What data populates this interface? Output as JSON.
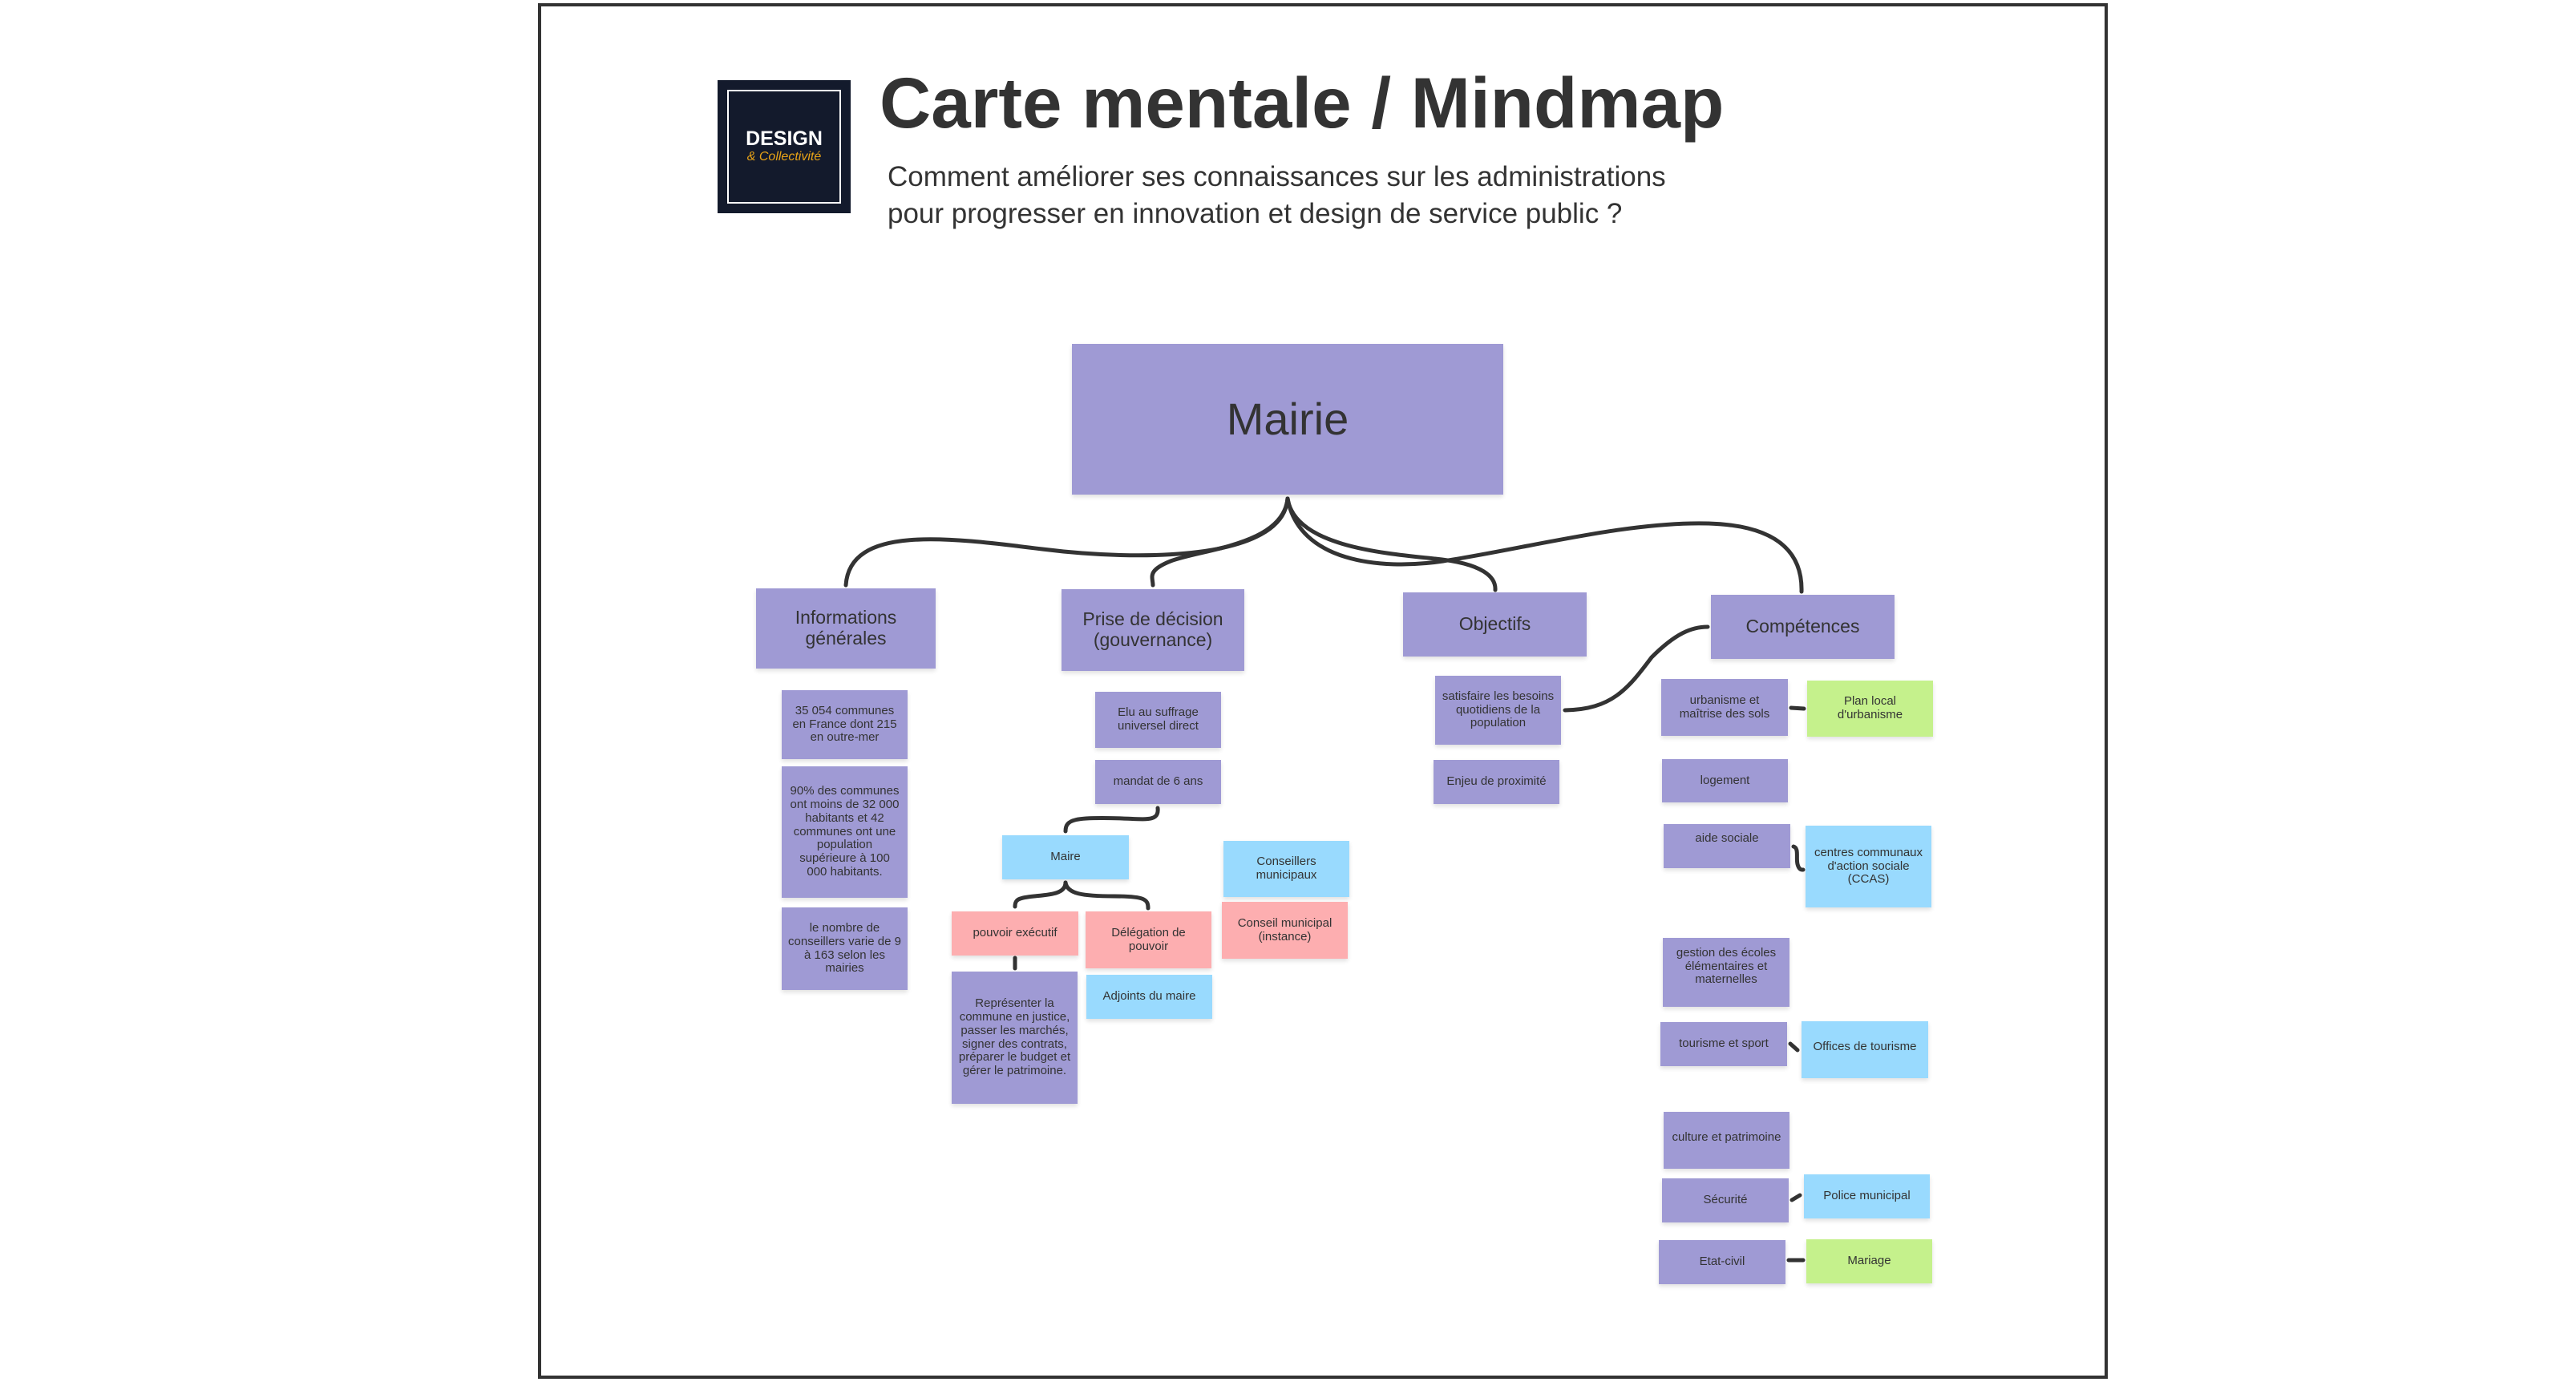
{
  "header": {
    "logo": {
      "word": "DESIGN",
      "tagline": "& Collectivité",
      "colors": {
        "background": "#131a2c",
        "word": "#ffffff",
        "tagline": "#e8a317"
      }
    },
    "title": "Carte mentale / Mindmap",
    "subtitle_line1": "Comment améliorer ses connaissances sur les administrations",
    "subtitle_line2": "pour progresser en innovation et design de service public ?"
  },
  "colors": {
    "purple": "#9f9ad4",
    "blue": "#99dafe",
    "pink": "#fdaeb0",
    "green": "#c5f18c",
    "text": "#333333",
    "connector": "#333333"
  },
  "mindmap": {
    "root": "Mairie",
    "branches": {
      "informations": {
        "label": "Informations générales",
        "items": [
          "35 054 communes en France dont 215 en outre-mer",
          "90% des communes ont moins de 32 000 habitants et 42 communes ont une population supérieure à 100 000 habitants.",
          "le nombre de conseillers varie de 9 à 163 selon les mairies"
        ]
      },
      "gouvernance": {
        "label": "Prise de décision (gouvernance)",
        "items": [
          "Elu au suffrage universel direct",
          "mandat de 6 ans"
        ],
        "maire": {
          "label": "Maire",
          "pouvoir_executif": "pouvoir exécutif",
          "pouvoir_executif_detail": "Représenter la commune en justice, passer les marchés, signer des contrats, préparer le budget et gérer le patrimoine.",
          "delegation": "Délégation de pouvoir",
          "adjoints": "Adjoints du maire"
        },
        "conseillers": {
          "label": "Conseillers municipaux",
          "instance": "Conseil municipal (instance)"
        }
      },
      "objectifs": {
        "label": "Objectifs",
        "items": [
          "satisfaire les besoins quotidiens de la population",
          "Enjeu de proximité"
        ]
      },
      "competences": {
        "label": "Compétences",
        "items": [
          {
            "label": "urbanisme et maîtrise des sols",
            "related": "Plan local d'urbanisme"
          },
          {
            "label": "logement"
          },
          {
            "label": "aide sociale",
            "related": "centres communaux d'action sociale (CCAS)"
          },
          {
            "label": "gestion des écoles élémentaires et maternelles"
          },
          {
            "label": "tourisme et sport",
            "related": "Offices de tourisme"
          },
          {
            "label": "culture et patrimoine"
          },
          {
            "label": "Sécurité",
            "related": "Police municipal"
          },
          {
            "label": "Etat-civil",
            "related": "Mariage"
          }
        ]
      }
    }
  }
}
